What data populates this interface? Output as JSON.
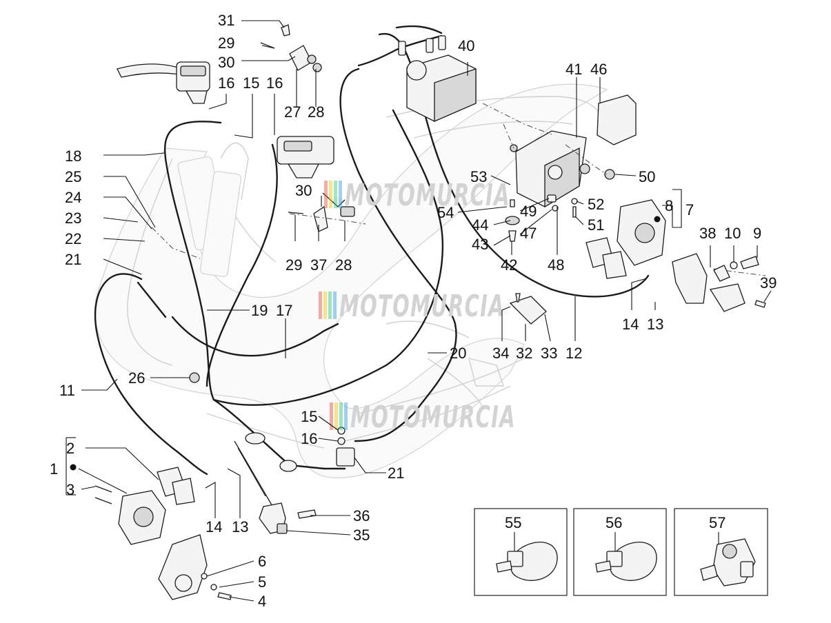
{
  "watermark": {
    "text": "MOTOMURCIA",
    "stripe_colors": [
      "#e74c3c",
      "#f1c40f",
      "#2ecc71",
      "#3498db"
    ]
  },
  "callouts": {
    "c1": "1",
    "c2": "2",
    "c3": "3",
    "c4": "4",
    "c5": "5",
    "c6": "6",
    "c7": "7",
    "c8": "8",
    "c9": "9",
    "c10": "10",
    "c11": "11",
    "c12": "12",
    "c13a": "13",
    "c13b": "13",
    "c14a": "14",
    "c14b": "14",
    "c15a": "15",
    "c15b": "15",
    "c16a": "16",
    "c16b": "16",
    "c16c": "16",
    "c17": "17",
    "c18": "18",
    "c19": "19",
    "c20": "20",
    "c21a": "21",
    "c21b": "21",
    "c22": "22",
    "c23": "23",
    "c24": "24",
    "c25": "25",
    "c26": "26",
    "c27": "27",
    "c28a": "28",
    "c28b": "28",
    "c29a": "29",
    "c29b": "29",
    "c30a": "30",
    "c30b": "30",
    "c31": "31",
    "c32": "32",
    "c33": "33",
    "c34": "34",
    "c35": "35",
    "c36": "36",
    "c37": "37",
    "c38": "38",
    "c39": "39",
    "c40": "40",
    "c41": "41",
    "c42": "42",
    "c43": "43",
    "c44": "44",
    "c46": "46",
    "c47": "47",
    "c48": "48",
    "c49": "49",
    "c50": "50",
    "c51": "51",
    "c52": "52",
    "c53": "53",
    "c54": "54",
    "c55": "55",
    "c56": "56",
    "c57": "57"
  }
}
